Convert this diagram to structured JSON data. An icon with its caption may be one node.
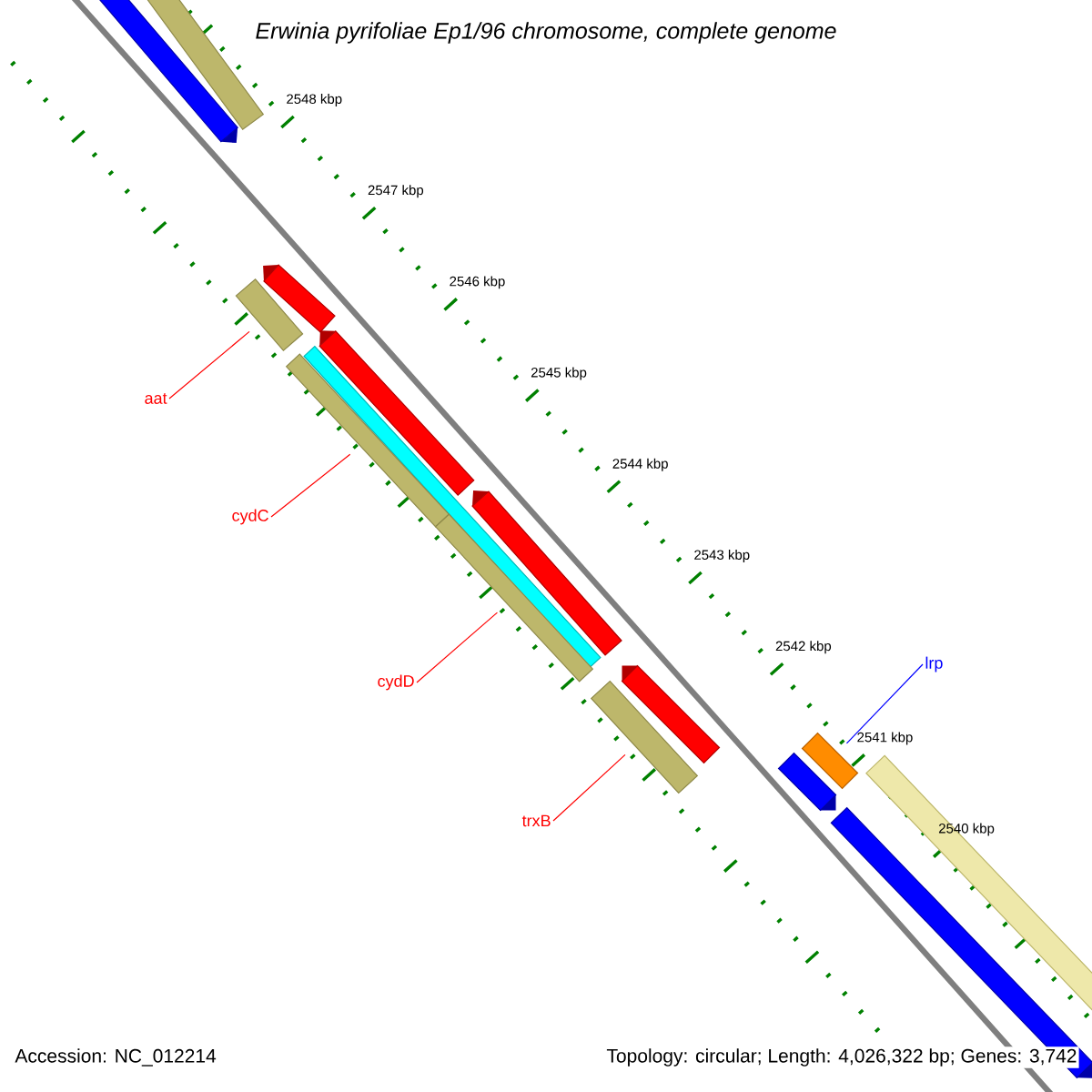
{
  "diagram": {
    "title": "Erwinia pyrifoliae Ep1/96 chromosome, complete genome",
    "nodes": [
      {
        "text": [
          "aat"
        ]
      },
      {
        "text": [
          "cydC"
        ]
      },
      {
        "text": [
          "cydD"
        ]
      },
      {
        "text": [
          "trxB"
        ]
      },
      {
        "text": [
          "lrp"
        ]
      },
      {
        "text": [],
        "shape": "pentagon"
      },
      {
        "text": [],
        "shape": "bar"
      },
      {
        "text": [],
        "shape": "pentagon"
      },
      {
        "text": [],
        "shape": "bar"
      },
      {
        "text": [],
        "shape": "pentagon"
      },
      {
        "text": [],
        "shape": "bar"
      },
      {
        "text": [],
        "shape": "bar"
      },
      {
        "text": [],
        "shape": "bar"
      },
      {
        "text": [],
        "shape": "pentagon"
      },
      {
        "text": [],
        "shape": "pentagon"
      },
      {
        "text": [],
        "shape": "bar"
      },
      {
        "text": [],
        "shape": "bar"
      },
      {
        "text": [],
        "shape": "pentagon"
      },
      {
        "text": [],
        "shape": "bar"
      },
      {
        "text": [],
        "shape": "pentagon"
      }
    ],
    "edges": [
      {
        "from": 0,
        "to": 8,
        "arrow": "none"
      },
      {
        "from": 1,
        "to": 11,
        "arrow": "none"
      },
      {
        "from": 2,
        "to": 12,
        "arrow": "none"
      },
      {
        "from": 3,
        "to": 15,
        "arrow": "none"
      },
      {
        "from": 4,
        "to": 16,
        "arrow": "none",
        "color": "#0000ff"
      }
    ],
    "labels": [
      "2548 kbp",
      "2547 kbp",
      "2546 kbp",
      "2545 kbp",
      "2544 kbp",
      "2543 kbp",
      "2542 kbp",
      "2541 kbp",
      "2540 kbp",
      "Accession: NC_012214",
      "Topology: circular; Length: 4,026,322 bp; Genes: 3,742"
    ]
  }
}
